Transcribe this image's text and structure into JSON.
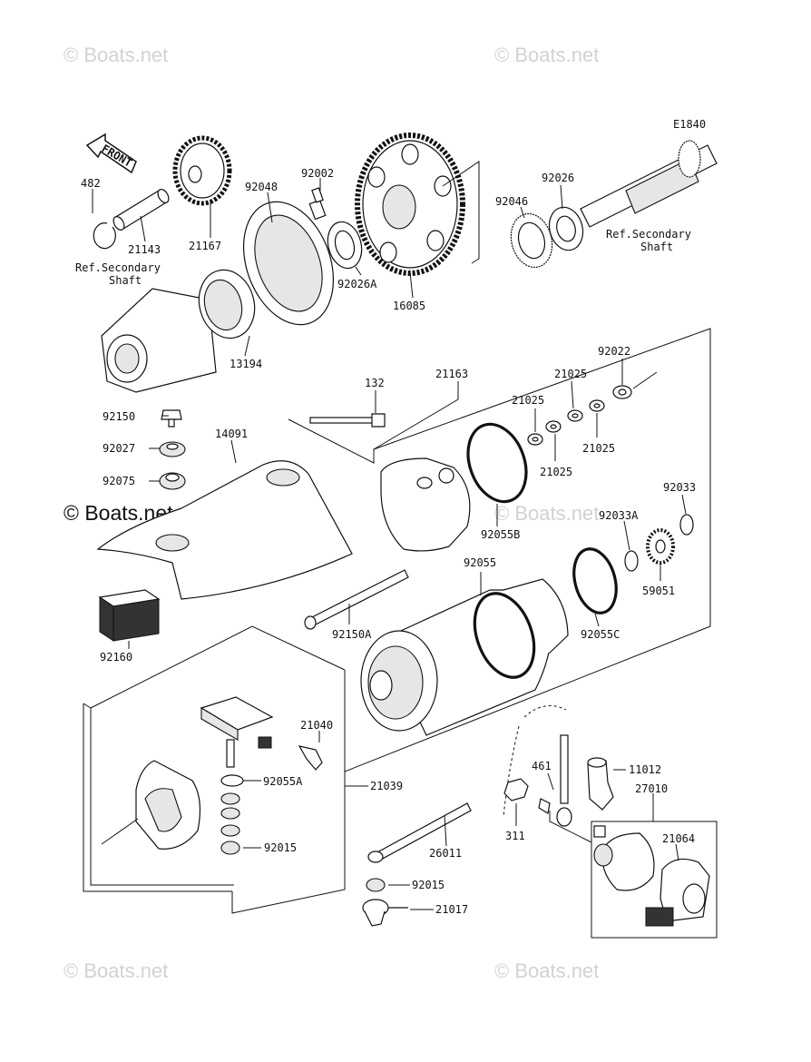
{
  "watermark": "© Boats.net",
  "figure_code": "E1840",
  "front_label": "FRONT",
  "ref_secondary_shaft_left": [
    "Ref.Secondary",
    "Shaft"
  ],
  "ref_secondary_shaft_right": [
    "Ref.Secondary",
    "Shaft"
  ],
  "parts": {
    "p482": "482",
    "p21143": "21143",
    "p21167": "21167",
    "p92048": "92048",
    "p92002": "92002",
    "p92026A": "92026A",
    "p16085": "16085",
    "p92046": "92046",
    "p92026": "92026",
    "p13194": "13194",
    "p92150": "92150",
    "p14091": "14091",
    "p92027": "92027",
    "p92075": "92075",
    "p132": "132",
    "p21163": "21163",
    "p92022": "92022",
    "p21025a": "21025",
    "p21025b": "21025",
    "p21025c": "21025",
    "p21025d": "21025",
    "p92055B": "92055B",
    "p92033": "92033",
    "p92033A": "92033A",
    "p92055": "92055",
    "p59051": "59051",
    "p92055C": "92055C",
    "p92150A": "92150A",
    "p92160": "92160",
    "p21040": "21040",
    "p92055A": "92055A",
    "p21039": "21039",
    "p92015a": "92015",
    "p461": "461",
    "p11012": "11012",
    "p27010": "27010",
    "p311": "311",
    "p21064": "21064",
    "p26011": "26011",
    "p92015b": "92015",
    "p21017": "21017"
  }
}
